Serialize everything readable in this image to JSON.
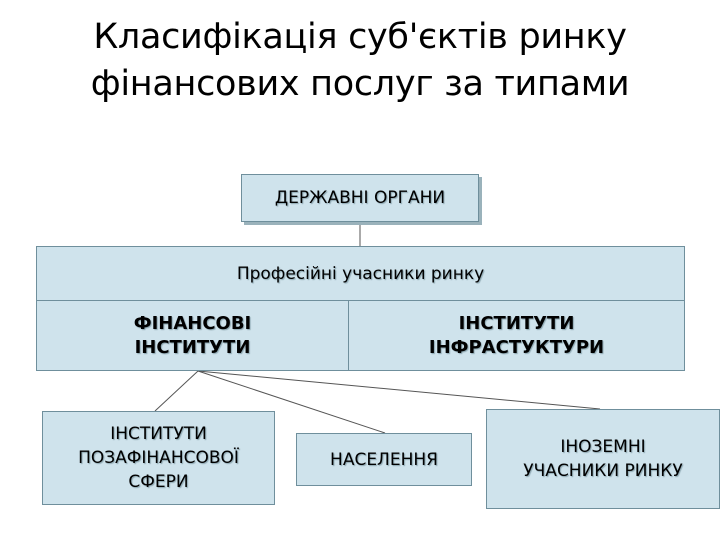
{
  "title": {
    "line1": "Класифікація суб'єктів  ринку",
    "line2": "фінансових послуг за типами"
  },
  "nodes": {
    "state_bodies": "ДЕРЖАВНІ ОРГАНИ",
    "professional": "Професійні учасники ринку",
    "financial_institutions": {
      "line1": "ФІНАНСОВІ",
      "line2": "ІНСТИТУТИ"
    },
    "infrastructure_institutions": {
      "line1": "ІНСТИТУТИ",
      "line2": "ІНФРАСТУКТУРИ"
    },
    "nonfinancial_institutions": {
      "line1": "ІНСТИТУТИ",
      "line2": "ПОЗАФІНАНСОВОЇ",
      "line3": "СФЕРИ"
    },
    "population": "НАСЕЛЕННЯ",
    "foreign": {
      "line1": "ІНОЗЕМНІ",
      "line2": "УЧАСНИКИ РИНКУ"
    }
  },
  "colors": {
    "box_fill": "#cfe3ec",
    "box_border": "#6f8f9c",
    "line": "#555555"
  }
}
